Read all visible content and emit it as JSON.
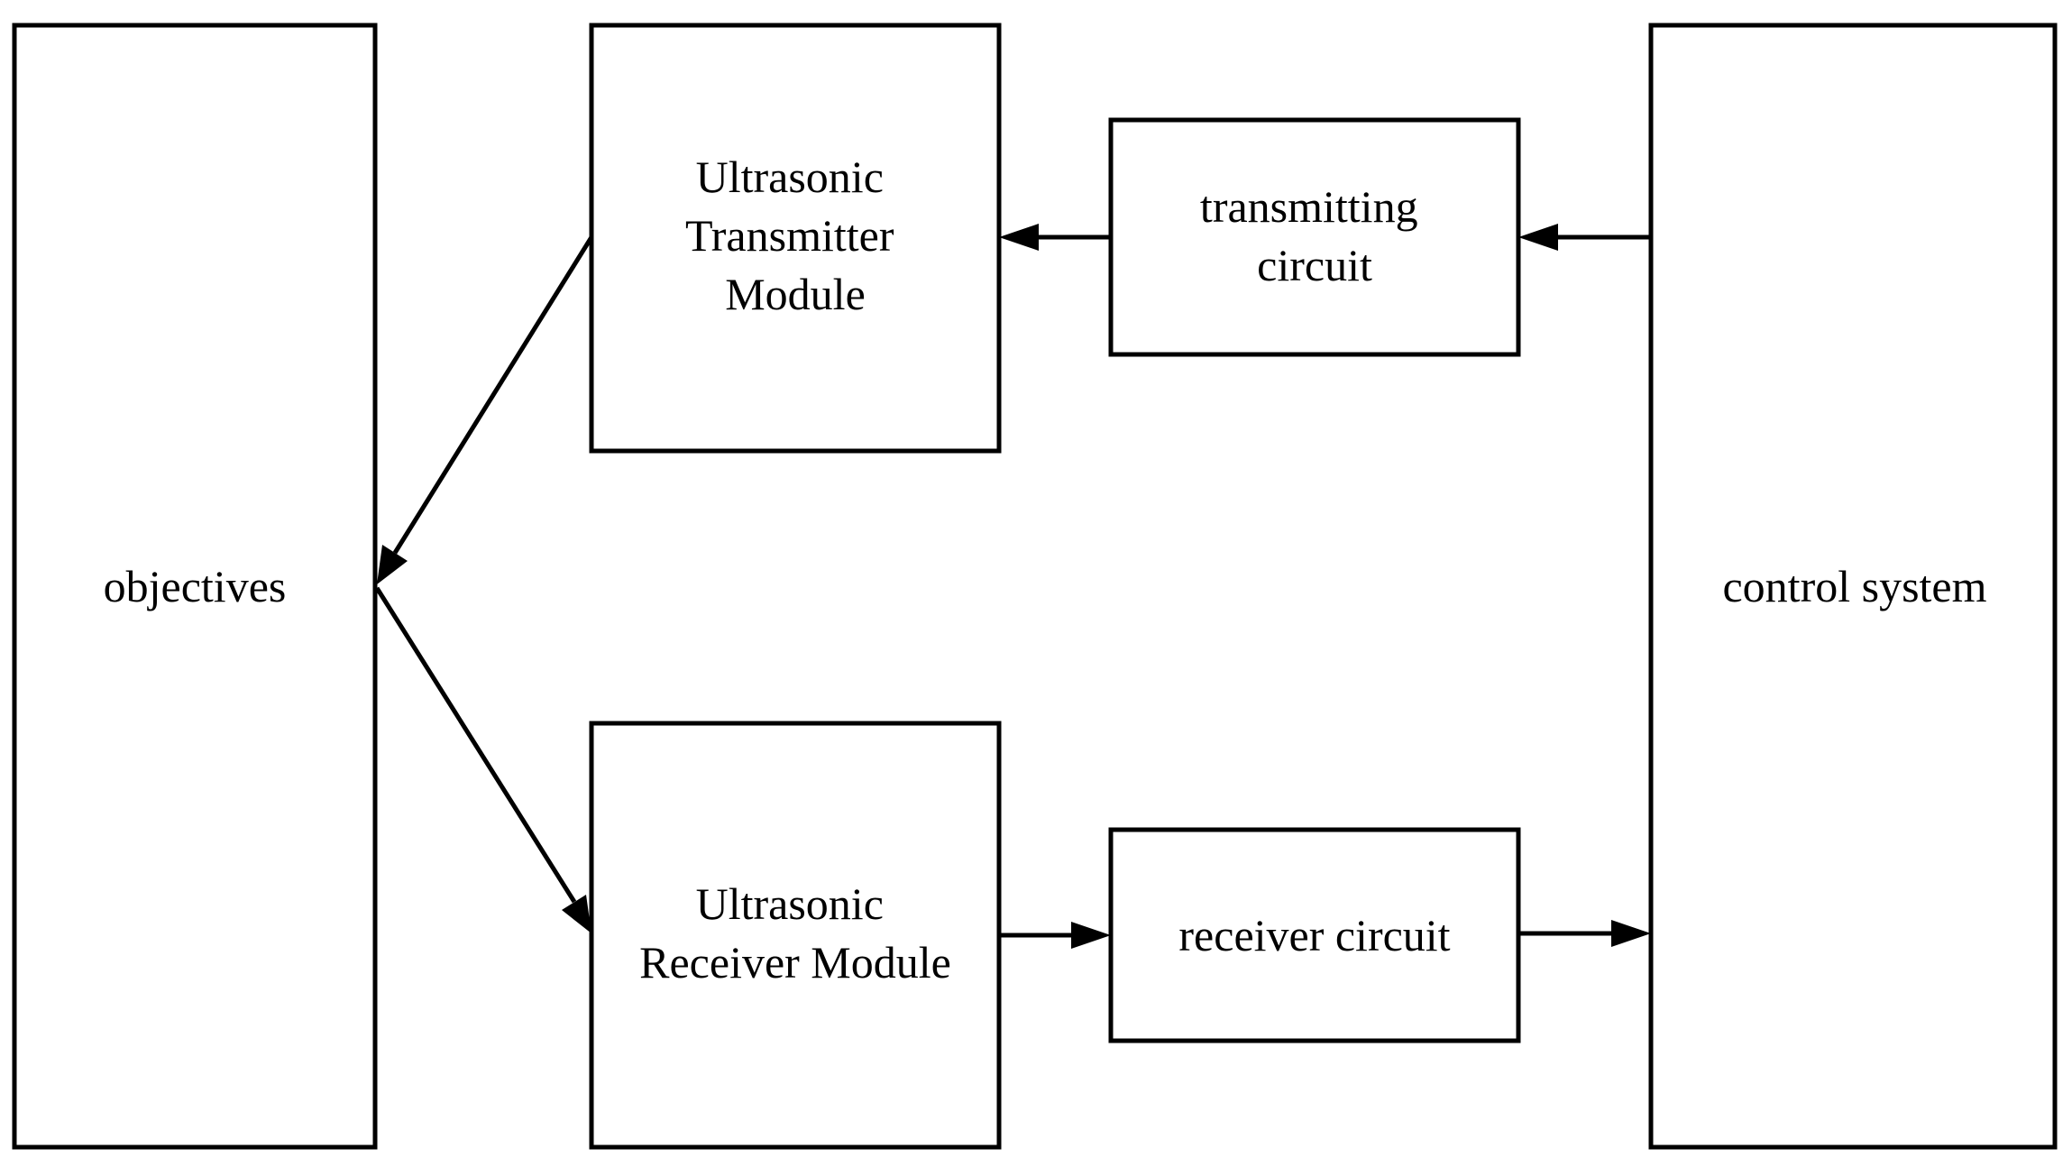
{
  "nodes": {
    "objectives": {
      "lines": [
        "objectives"
      ]
    },
    "transmitter_module": {
      "lines": [
        "Ultrasonic",
        "Transmitter",
        "Module"
      ]
    },
    "receiver_module": {
      "lines": [
        "Ultrasonic",
        "Receiver Module"
      ]
    },
    "transmitting_circuit": {
      "lines": [
        "transmitting",
        "circuit"
      ]
    },
    "receiver_circuit": {
      "lines": [
        "receiver circuit"
      ]
    },
    "control_system": {
      "lines": [
        "control system"
      ]
    }
  },
  "edges": [
    {
      "from": "control_system",
      "to": "transmitting_circuit"
    },
    {
      "from": "transmitting_circuit",
      "to": "transmitter_module"
    },
    {
      "from": "transmitter_module",
      "to": "objectives"
    },
    {
      "from": "objectives",
      "to": "receiver_module"
    },
    {
      "from": "receiver_module",
      "to": "receiver_circuit"
    },
    {
      "from": "receiver_circuit",
      "to": "control_system"
    }
  ],
  "colors": {
    "stroke": "#000000",
    "background": "#ffffff"
  }
}
